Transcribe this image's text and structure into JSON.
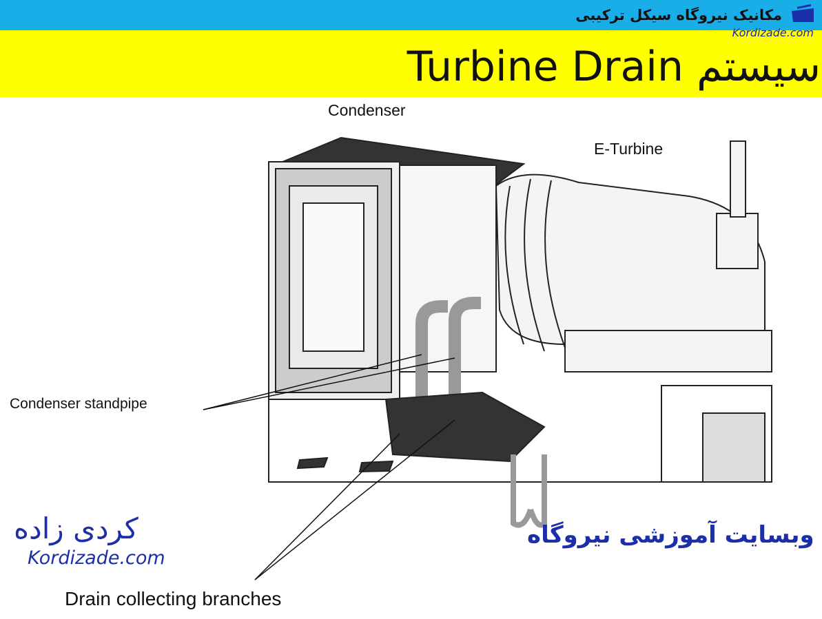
{
  "header": {
    "course_title": "مکانیک نیروگاه سیکل ترکیبی",
    "site": "Kordizade.com"
  },
  "slide": {
    "title": "سیستم Turbine Drain"
  },
  "diagram": {
    "labels": {
      "condenser": "Condenser",
      "e_turbine": "E-Turbine",
      "standpipe": "Condenser standpipe",
      "branches": "Drain collecting branches"
    }
  },
  "branding": {
    "logo_fa": "کردی زاده",
    "logo_en": "Kordizade.com",
    "website_fa": "وبسایت آموزشی نیروگاه"
  },
  "colors": {
    "topbar": "#1aaee8",
    "titlebar": "#ffff00",
    "brand": "#1c2ea8"
  }
}
